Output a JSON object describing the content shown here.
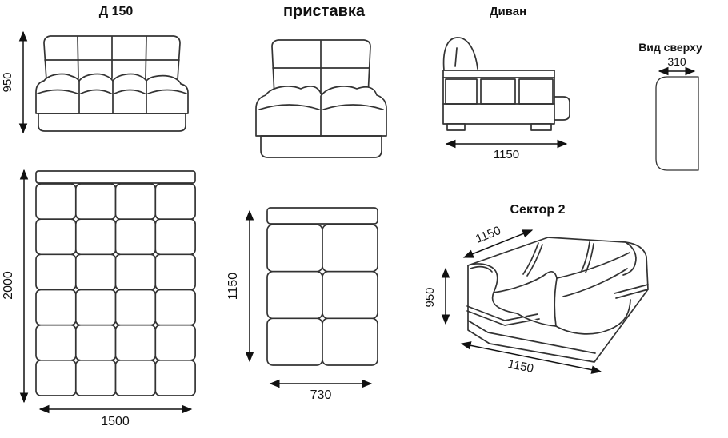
{
  "colors": {
    "line": "#333333",
    "ink": "#111111",
    "background": "#ffffff"
  },
  "figures": {
    "d150": {
      "title": "Д 150",
      "height_mm": "950"
    },
    "pristavka": {
      "title": "приставка"
    },
    "divan": {
      "title": "Диван",
      "length_mm": "1150"
    },
    "top_view": {
      "title": "Вид сверху",
      "width_mm": "310"
    },
    "bed_unfolded": {
      "length_mm": "2000",
      "width_mm": "1500"
    },
    "pristavka_unfolded": {
      "length_mm": "1150",
      "width_mm": "730"
    },
    "sector2": {
      "title": "Сектор 2",
      "depth_mm": "1150",
      "height_mm": "950",
      "width_mm": "1150"
    }
  }
}
